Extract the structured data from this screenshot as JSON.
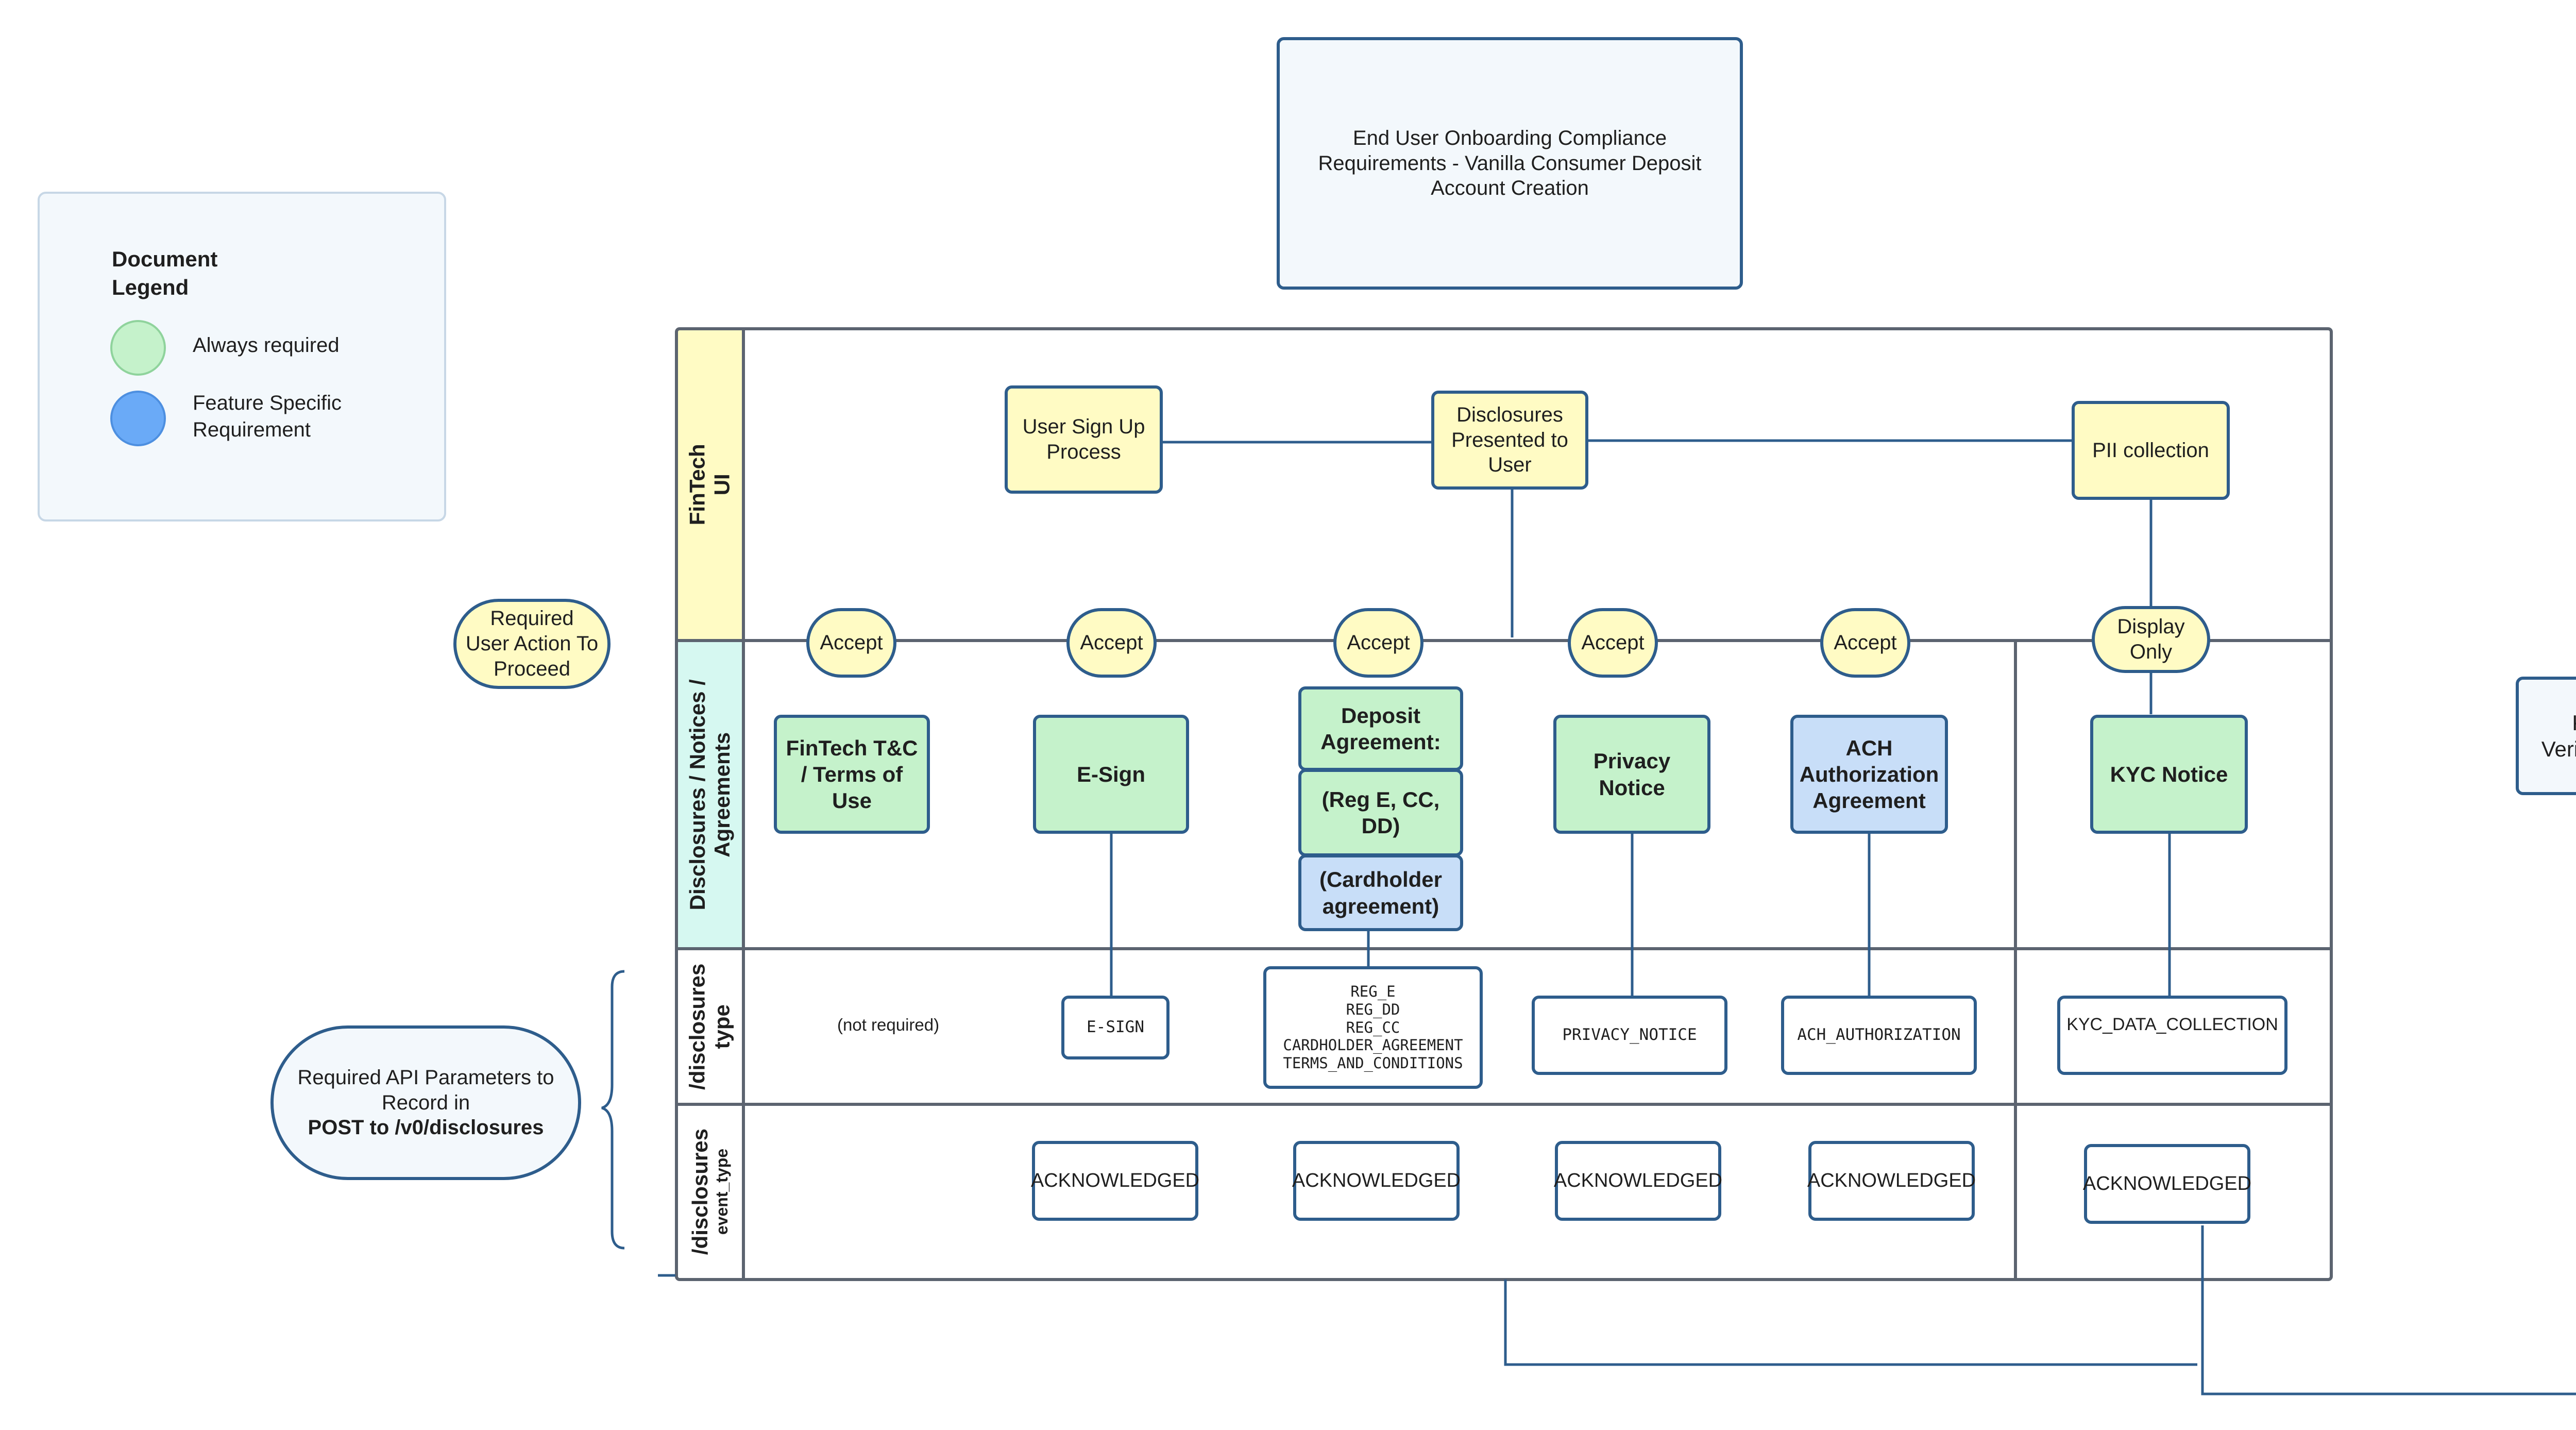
{
  "title": "End User Onboarding Compliance Requirements - Vanilla Consumer Deposit Account Creation",
  "legend": {
    "title": "Document\nLegend",
    "items": [
      {
        "label": "Always required",
        "color": "#c5f2cb"
      },
      {
        "label": "Feature Specific\nRequirement",
        "color": "#6aaaf7"
      }
    ]
  },
  "colors": {
    "stroke": "#2e5d8c",
    "yellow": "#fffbc4",
    "green": "#c5f2cb",
    "blue": "#c8def8",
    "teal": "#d6f8f1"
  },
  "lanes": {
    "fintech_ui": "FinTech UI",
    "disclosures": "Disclosures / Notices /\nAgreements",
    "type": "/disclosures\ntype",
    "event_type_main": "/disclosures",
    "event_type_sub": "event_type"
  },
  "ui_steps": {
    "signup": "User Sign Up\nProcess",
    "presented": "Disclosures\nPresented to\nUser",
    "pii": "PII collection"
  },
  "actions": {
    "required": "Required\nUser Action To\nProceed",
    "accept": "Accept",
    "display_only": "Display\nOnly"
  },
  "documents": {
    "fintech_tc": "FinTech T&C\n/ Terms of\nUse",
    "esign": "E-Sign",
    "deposit": "Deposit\nAgreement:",
    "reg": "(Reg E, CC,\nDD)",
    "cardholder": "(Cardholder\nagreement)",
    "privacy": "Privacy\nNotice",
    "ach": "ACH\nAuthorization\nAgreement",
    "kyc_notice": "KYC Notice"
  },
  "types": {
    "not_required": "(not required)",
    "esign": "E-SIGN",
    "deposit": "REG_E\nREG_DD\nREG_CC\nCARDHOLDER_AGREEMENT\nTERMS_AND_CONDITIONS",
    "privacy": "PRIVACY_NOTICE",
    "ach": "ACH_AUTHORIZATION",
    "kyc": "KYC_DATA_COLLECTION"
  },
  "events": {
    "acknowledged": "ACKNOWLEDGED"
  },
  "api_params": {
    "line1": "Required API Parameters to\nRecord in",
    "line2": "POST to /v0/disclosures"
  },
  "kyc_verification": "KYC\nVerification"
}
